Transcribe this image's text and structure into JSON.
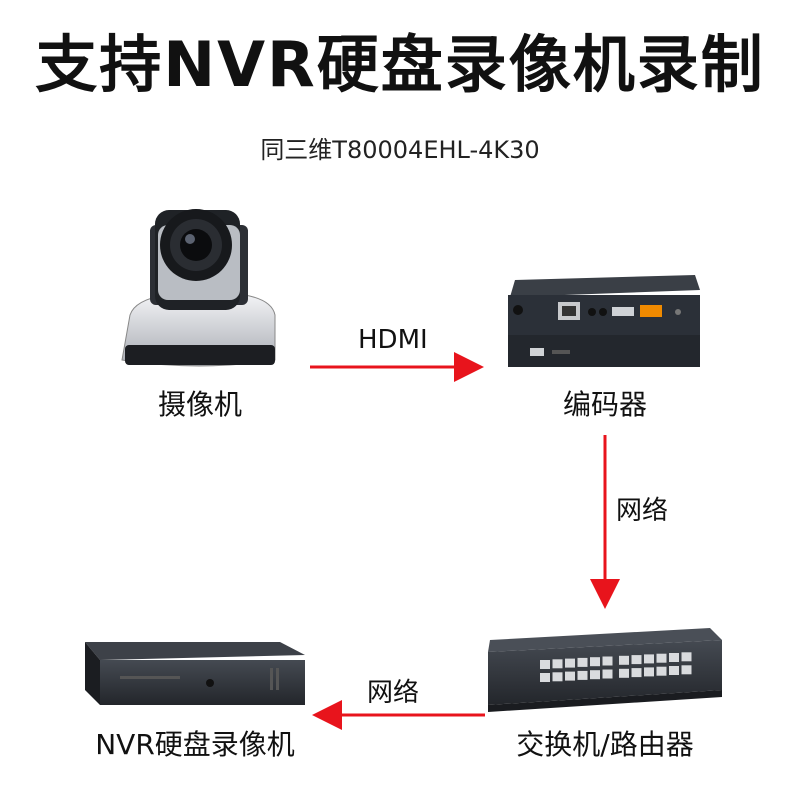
{
  "header": {
    "title": "支持NVR硬盘录像机录制",
    "subtitle": "同三维T80004EHL-4K30"
  },
  "nodes": {
    "camera": {
      "label": "摄像机"
    },
    "encoder": {
      "label": "编码器"
    },
    "switch": {
      "label": "交换机/路由器"
    },
    "nvr": {
      "label": "NVR硬盘录像机"
    }
  },
  "edges": {
    "camera_to_encoder": "HDMI",
    "encoder_to_switch": "网络",
    "switch_to_nvr": "网络"
  },
  "colors": {
    "arrow": "#e8141c",
    "device_dark": "#2b2f36",
    "device_silver": "#c9ccd1",
    "port_orange": "#f08a00"
  }
}
